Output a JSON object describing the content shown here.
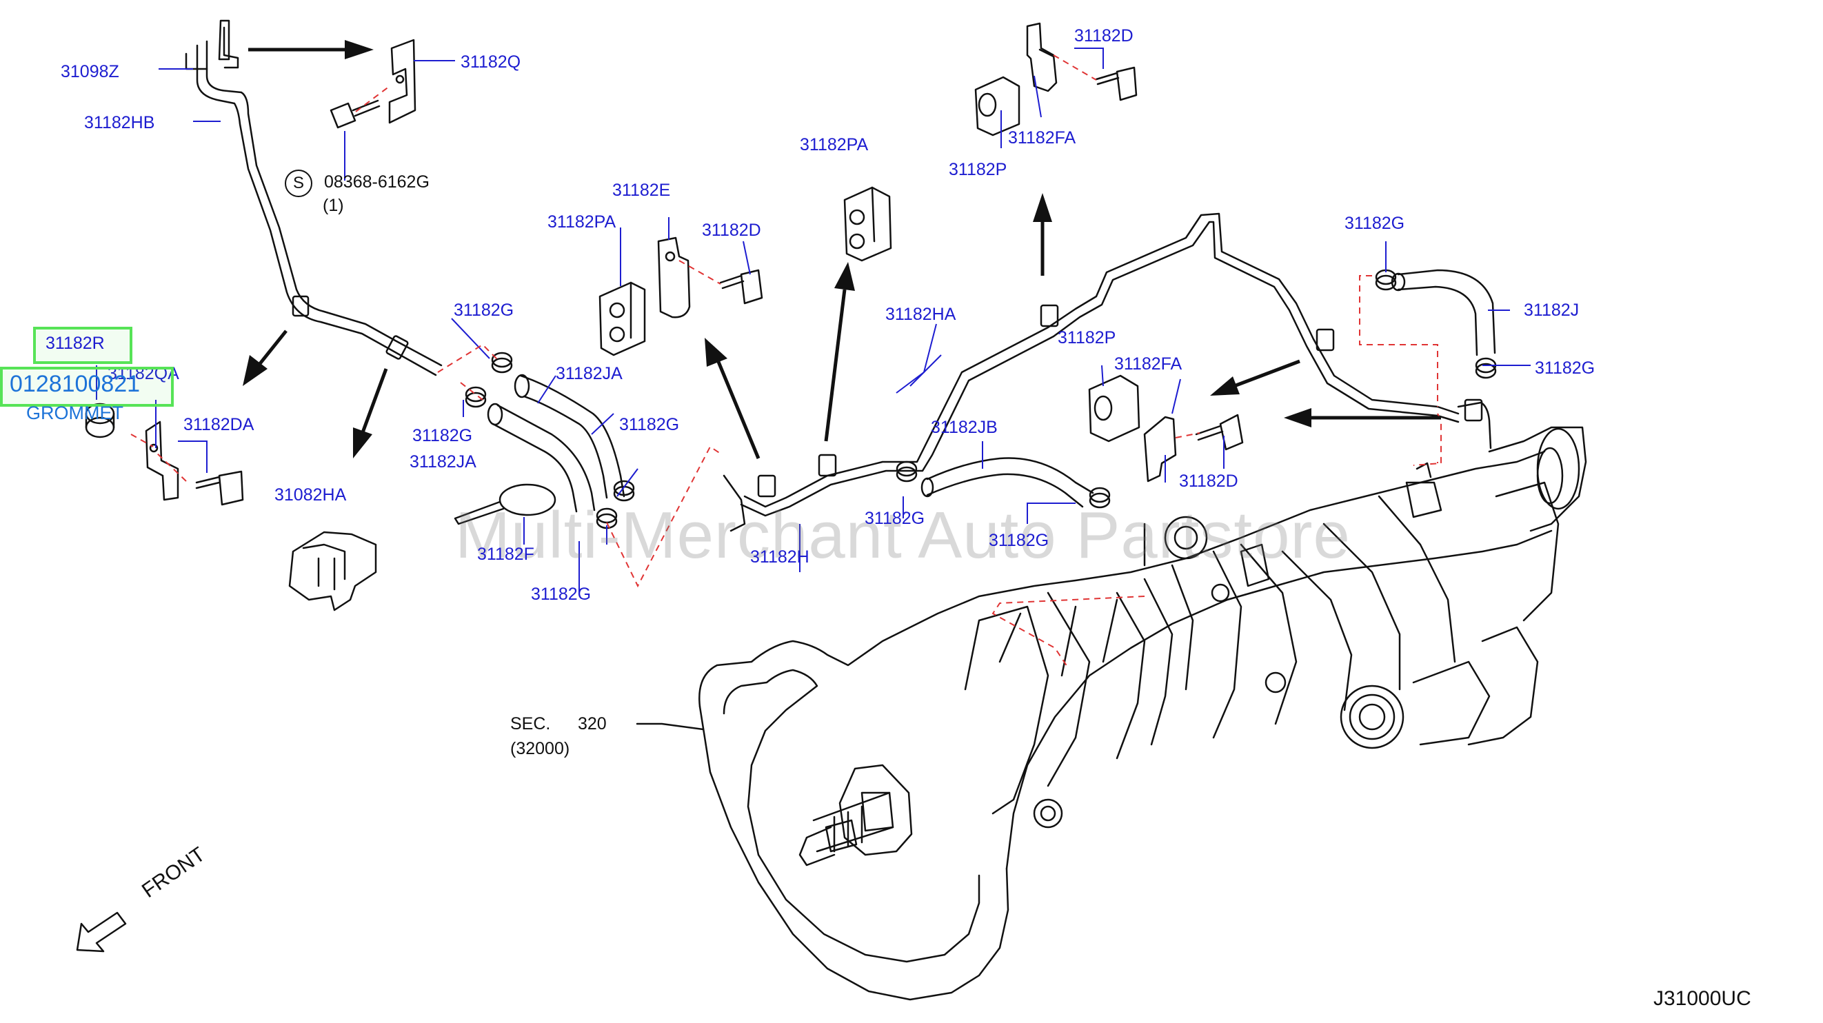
{
  "diagram_code": "J31000UC",
  "watermark": "Multi-Merchant Auto Partstore",
  "front_label": "FRONT",
  "section_ref": {
    "sec_label": "SEC.",
    "sec_number": "320",
    "sec_sub": "(32000)"
  },
  "screw_callout": {
    "symbol": "S",
    "part_number": "08368-6162G",
    "qty": "(1)"
  },
  "highlight": {
    "label_box": "31182R",
    "part_number": "0128100821",
    "name": "GROMMET"
  },
  "part_labels": {
    "p31098Z": "31098Z",
    "p31182HB": "31182HB",
    "p31182Q": "31182Q",
    "p31182QA": "31182QA",
    "p31182DA": "31182DA",
    "p31082HA": "31082HA",
    "p31182G_a": "31182G",
    "p31182G_b": "31182G",
    "p31182G_c": "31182G",
    "p31182G_d": "31182G",
    "p31182G_e": "31182G",
    "p31182G_f": "31182G",
    "p31182G_g": "31182G",
    "p31182G_h": "31182G",
    "p31182JA_a": "31182JA",
    "p31182JA_b": "31182JA",
    "p31182F": "31182F",
    "p31182PA_a": "31182PA",
    "p31182PA_b": "31182PA",
    "p31182E": "31182E",
    "p31182D_a": "31182D",
    "p31182D_b": "31182D",
    "p31182D_c": "31182D",
    "p31182H": "31182H",
    "p31182HA": "31182HA",
    "p31182JB": "31182JB",
    "p31182P_a": "31182P",
    "p31182P_b": "31182P",
    "p31182FA_a": "31182FA",
    "p31182FA_b": "31182FA",
    "p31182J": "31182J"
  }
}
